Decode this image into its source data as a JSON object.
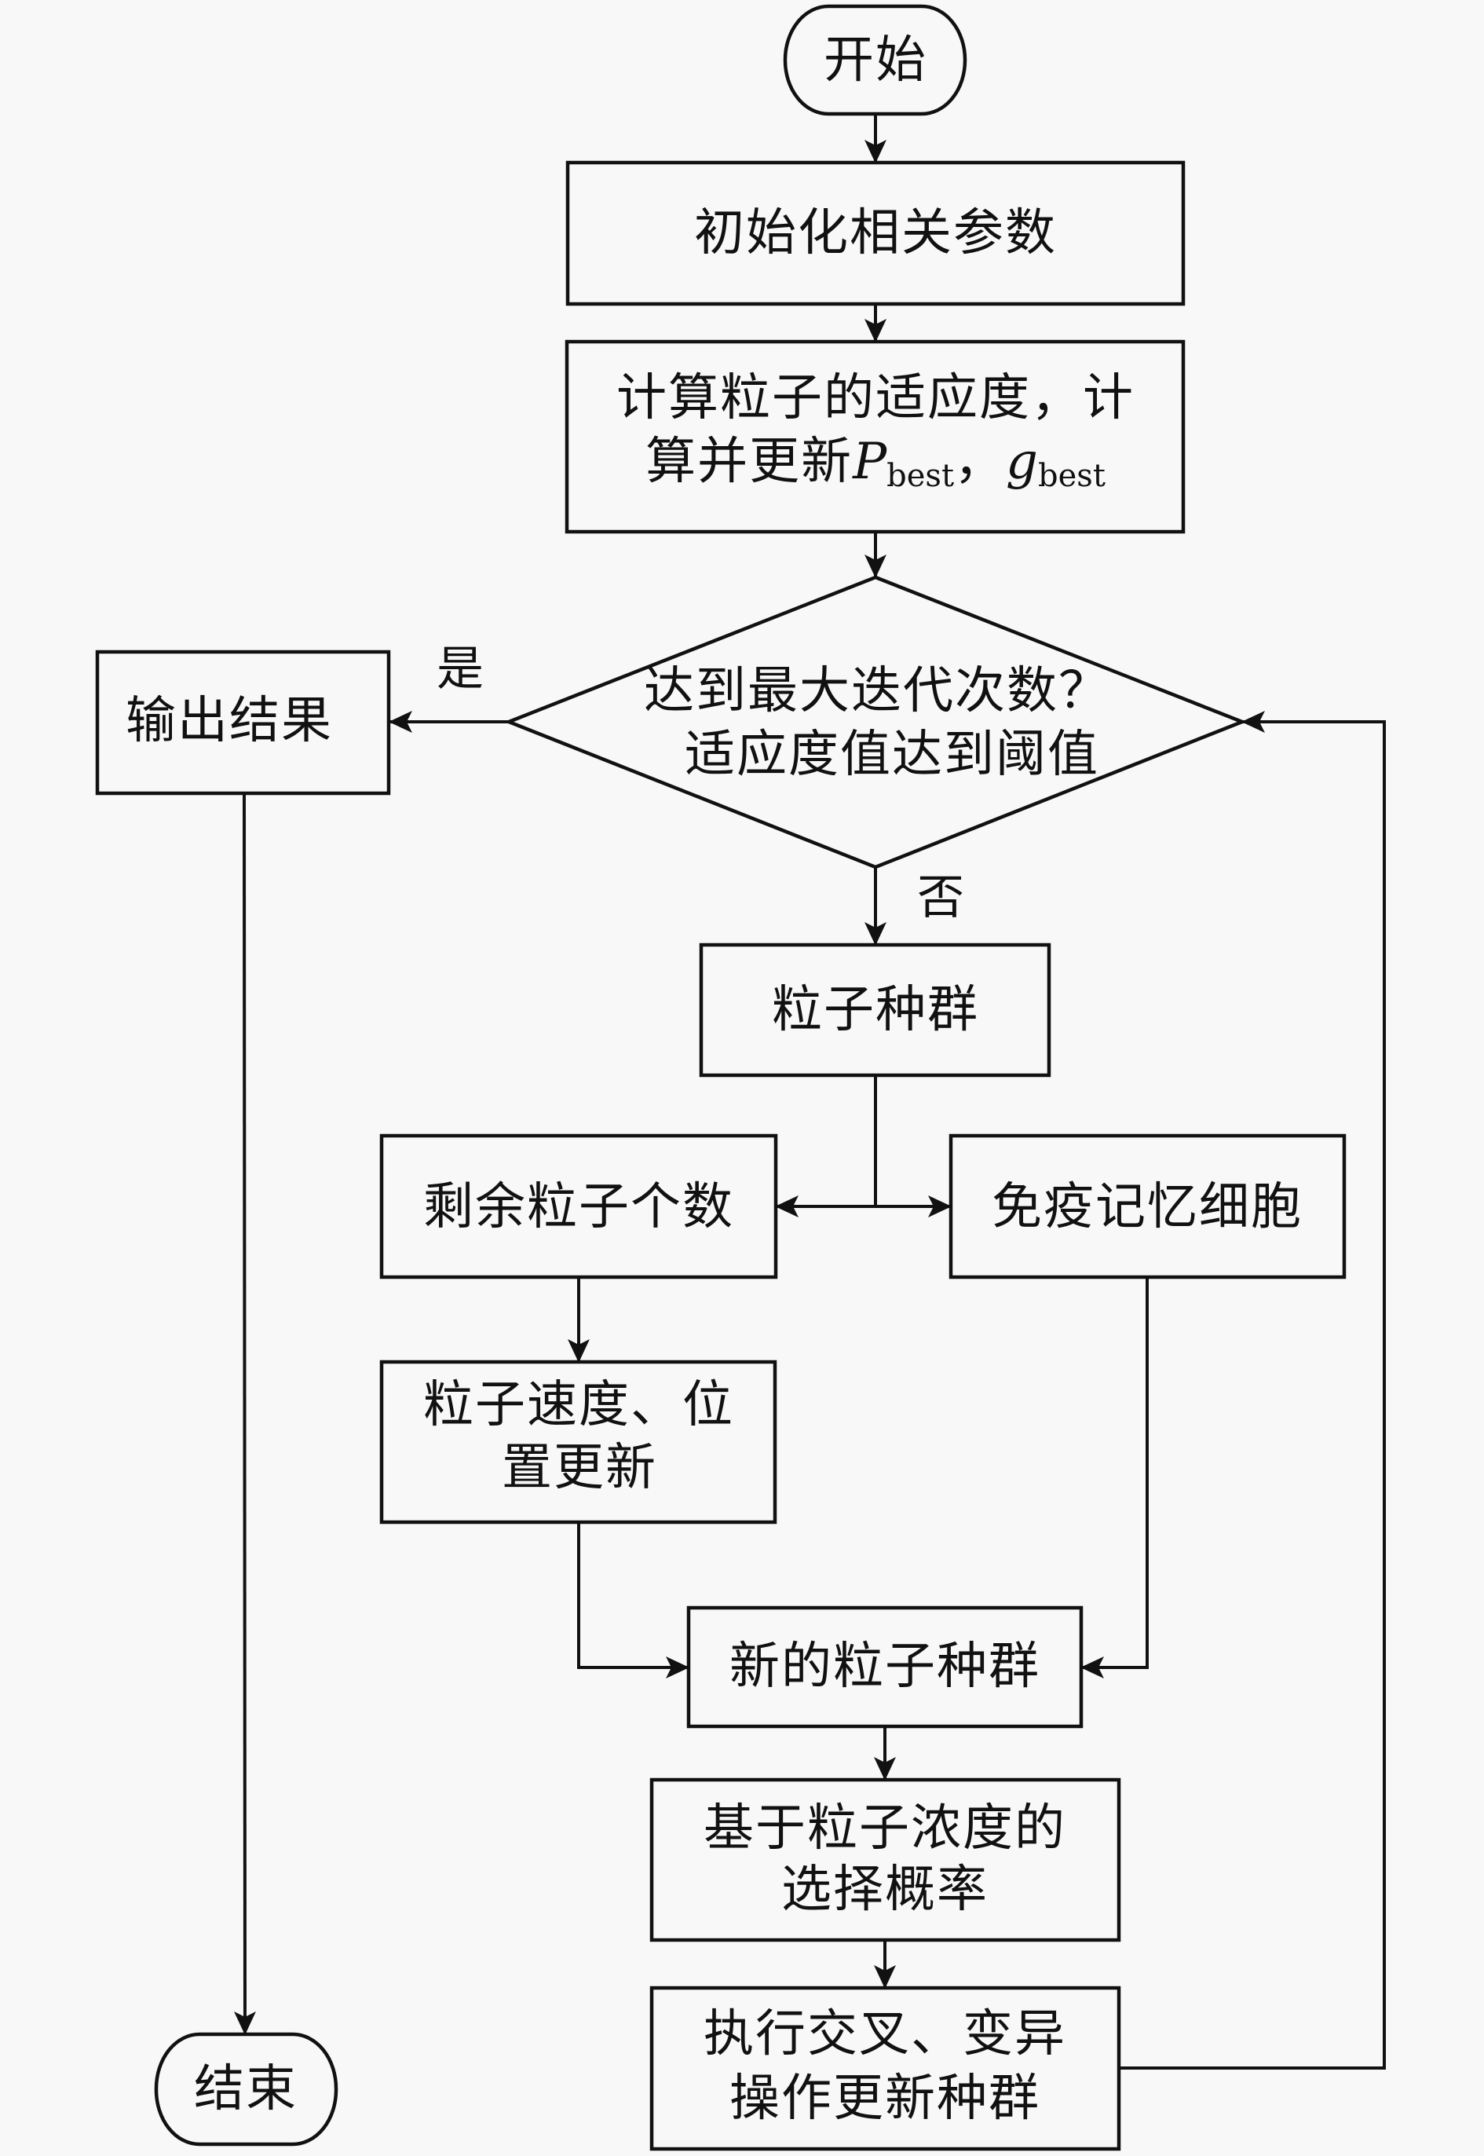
{
  "colors": {
    "background": "#f8f8f8",
    "ink": "#111111"
  },
  "diagram": {
    "type": "flowchart",
    "nodes": {
      "start": {
        "shape": "terminator",
        "label": "开始"
      },
      "init": {
        "shape": "process",
        "label": "初始化相关参数"
      },
      "fitness": {
        "shape": "process",
        "line1": "计算粒子的适应度，计",
        "line2_prefix": "算并更新",
        "p_var": "P",
        "p_sub": "best",
        "separator": "，",
        "g_var": "g",
        "g_sub": "best"
      },
      "decision": {
        "shape": "decision",
        "line1": "达到最大迭代次数？",
        "line2": "适应度值达到阈值"
      },
      "output": {
        "shape": "process",
        "label": "输出结果"
      },
      "end": {
        "shape": "terminator",
        "label": "结束"
      },
      "population": {
        "shape": "process",
        "label": "粒子种群"
      },
      "remaining": {
        "shape": "process",
        "label": "剩余粒子个数"
      },
      "memory": {
        "shape": "process",
        "label": "免疫记忆细胞"
      },
      "velocity": {
        "shape": "process",
        "line1": "粒子速度、位",
        "line2": "置更新"
      },
      "new_population": {
        "shape": "process",
        "label": "新的粒子种群"
      },
      "selection": {
        "shape": "process",
        "line1": "基于粒子浓度的",
        "line2": "选择概率"
      },
      "crossover": {
        "shape": "process",
        "line1": "执行交叉、变异",
        "line2": "操作更新种群"
      }
    },
    "edge_labels": {
      "yes": "是",
      "no": "否"
    },
    "edges": [
      {
        "from": "start",
        "to": "init"
      },
      {
        "from": "init",
        "to": "fitness"
      },
      {
        "from": "fitness",
        "to": "decision"
      },
      {
        "from": "decision",
        "to": "output",
        "label": "是"
      },
      {
        "from": "decision",
        "to": "population",
        "label": "否"
      },
      {
        "from": "population",
        "to": "remaining"
      },
      {
        "from": "population",
        "to": "memory"
      },
      {
        "from": "remaining",
        "to": "velocity"
      },
      {
        "from": "velocity",
        "to": "new_population"
      },
      {
        "from": "memory",
        "to": "new_population"
      },
      {
        "from": "new_population",
        "to": "selection"
      },
      {
        "from": "selection",
        "to": "crossover"
      },
      {
        "from": "crossover",
        "to": "decision"
      },
      {
        "from": "output",
        "to": "end"
      }
    ]
  }
}
